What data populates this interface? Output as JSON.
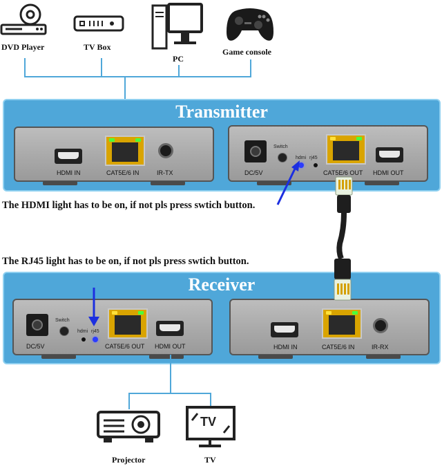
{
  "sources": {
    "dvd_player": "DVD Player",
    "tv_box": "TV Box",
    "pc": "PC",
    "game_console": "Game console"
  },
  "transmitter": {
    "title": "Transmitter",
    "unit1": {
      "hdmi_in": "HDMI IN",
      "cat_in": "CAT5E/6 IN",
      "ir_tx": "IR-TX"
    },
    "unit2": {
      "dc": "DC/5V",
      "switch": "Switch",
      "hdmi_led": "hdmi",
      "rj45_led": "rj45",
      "cat_out": "CAT5E/6 OUT",
      "hdmi_out": "HDMI OUT"
    }
  },
  "notes": {
    "hdmi_light": "The HDMI light has to be on, if not pls press swtich button.",
    "rj45_light": "The RJ45 light has to be on, if not pls press swtich button."
  },
  "receiver": {
    "title": "Receiver",
    "unit1": {
      "dc": "DC/5V",
      "switch": "Switch",
      "hdmi_led": "hdmi",
      "rj45_led": "rj45",
      "cat_out": "CAT5E/6 OUT",
      "hdmi_out": "HDMI OUT"
    },
    "unit2": {
      "hdmi_in": "HDMI IN",
      "cat_in": "CAT5E/6 IN",
      "ir_rx": "IR-RX"
    }
  },
  "outputs": {
    "projector": "Projector",
    "tv": "TV",
    "tv_screen_text": "TV"
  },
  "icons": [
    "dvd-player-icon",
    "tv-box-icon",
    "pc-icon",
    "gamepad-icon",
    "projector-icon",
    "tv-icon",
    "cable-icon",
    "arrow-icon"
  ],
  "colors": {
    "panel": "#4fa7d9",
    "arrow": "#1c2fe0",
    "led_blue": "#2b3bff",
    "led_green": "#4cff3a",
    "led_yellow": "#ffe13a"
  }
}
